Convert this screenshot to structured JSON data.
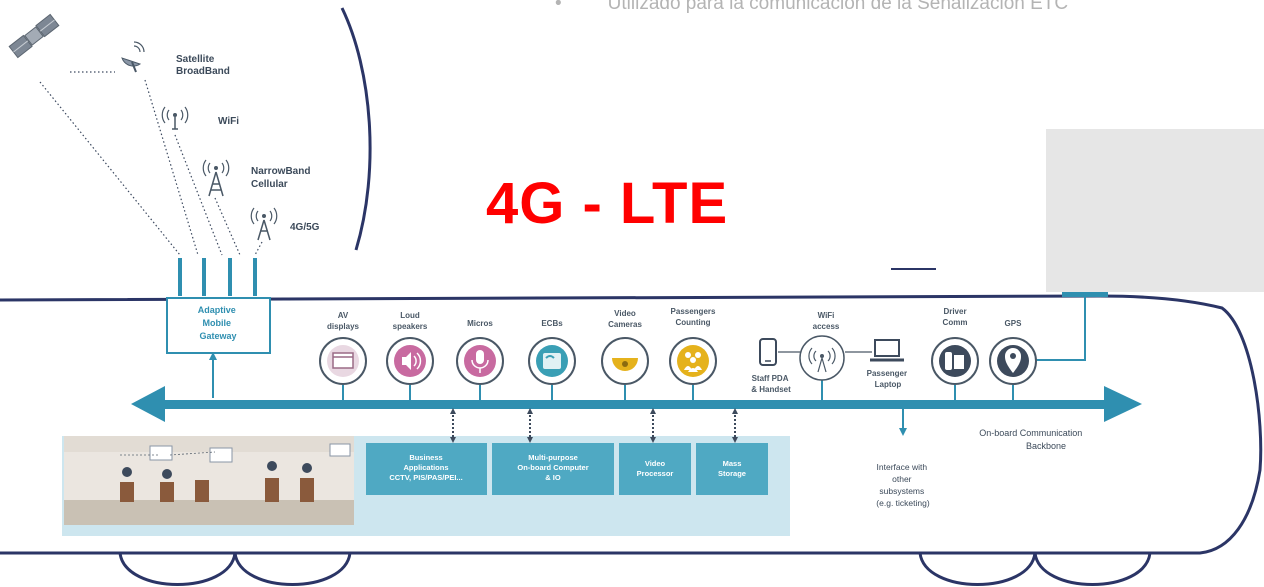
{
  "slide": {
    "bullet_symbol": "•",
    "bullet_text": "Utilizado para la comunicación de la Señalización ETC",
    "title": "4G - LTE",
    "title_color": "#ff0000"
  },
  "links": [
    {
      "label_lines": [
        "Satellite",
        "BroadBand"
      ],
      "icon": "satellite-dish-icon"
    },
    {
      "label_lines": [
        "WiFi"
      ],
      "icon": "wifi-antenna-icon"
    },
    {
      "label_lines": [
        "NarrowBand",
        "Cellular"
      ],
      "icon": "cell-tower-icon"
    },
    {
      "label_lines": [
        "4G/5G"
      ],
      "icon": "cell-tower-icon"
    }
  ],
  "gateway": {
    "label_lines": [
      "Adaptive",
      "Mobile",
      "Gateway"
    ]
  },
  "devices": [
    {
      "name": "av-displays",
      "label_lines": [
        "AV",
        "displays"
      ],
      "icon": "display-icon"
    },
    {
      "name": "loud-speakers",
      "label_lines": [
        "Loud",
        "speakers"
      ],
      "icon": "speaker-icon"
    },
    {
      "name": "micros",
      "label_lines": [
        "Micros"
      ],
      "icon": "microphone-icon"
    },
    {
      "name": "ecbs",
      "label_lines": [
        "ECBs"
      ],
      "icon": "emergency-call-icon"
    },
    {
      "name": "video-cameras",
      "label_lines": [
        "Video",
        "Cameras"
      ],
      "icon": "camera-dome-icon"
    },
    {
      "name": "passengers-counting",
      "label_lines": [
        "Passengers",
        "Counting"
      ],
      "icon": "people-icon"
    },
    {
      "name": "wifi-access",
      "label_lines": [
        "WiFi",
        "access"
      ],
      "icon": "wifi-access-point-icon"
    },
    {
      "name": "driver-comm",
      "label_lines": [
        "Driver",
        "Comm"
      ],
      "icon": "phone-icon"
    },
    {
      "name": "gps",
      "label_lines": [
        "GPS"
      ],
      "icon": "location-pin-icon"
    }
  ],
  "wifi_side": {
    "left_label_lines": [
      "Staff PDA",
      "& Handset"
    ],
    "right_label_lines": [
      "Passenger",
      "Laptop"
    ]
  },
  "backbone": {
    "label_lines": [
      "On-board Communication",
      "Backbone"
    ],
    "color": "#2f8fb0"
  },
  "blocks": [
    {
      "label_lines": [
        "Business",
        "Applications",
        "CCTV, PIS/PAS/PEI..."
      ]
    },
    {
      "label_lines": [
        "Multi-purpose",
        "On-board Computer",
        "& IO"
      ]
    },
    {
      "label_lines": [
        "Video",
        "Processor"
      ]
    },
    {
      "label_lines": [
        "Mass",
        "Storage"
      ]
    }
  ],
  "interface": {
    "label_lines": [
      "Interface with",
      "other",
      "subsystems",
      "(e.g. ticketing)"
    ]
  },
  "colors": {
    "teal": "#2f8fb0",
    "block": "#4fa9c3",
    "panel": "#cde6ef",
    "train_outline": "#2b3566",
    "placeholder": "#e6e6e6"
  }
}
